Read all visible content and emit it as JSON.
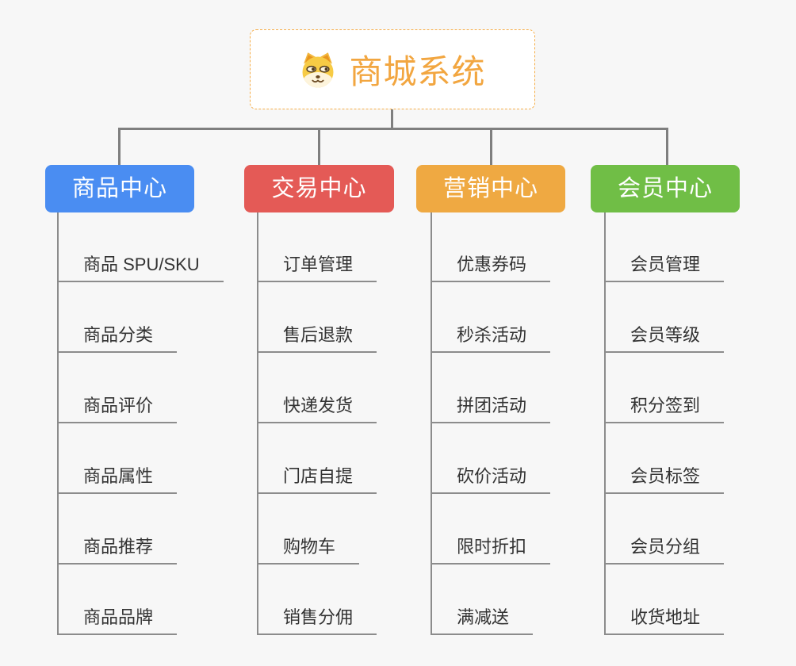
{
  "root": {
    "title": "商城系统",
    "icon": "doge-icon",
    "border_color": "#f5ae4a",
    "title_color": "#f2a640"
  },
  "branches": [
    {
      "label": "商品中心",
      "color": "#4a8df2",
      "children": [
        "商品 SPU/SKU",
        "商品分类",
        "商品评价",
        "商品属性",
        "商品推荐",
        "商品品牌"
      ]
    },
    {
      "label": "交易中心",
      "color": "#e45a56",
      "children": [
        "订单管理",
        "售后退款",
        "快递发货",
        "门店自提",
        "购物车",
        "销售分佣"
      ]
    },
    {
      "label": "营销中心",
      "color": "#efa942",
      "children": [
        "优惠券码",
        "秒杀活动",
        "拼团活动",
        "砍价活动",
        "限时折扣",
        "满减送"
      ]
    },
    {
      "label": "会员中心",
      "color": "#70be46",
      "children": [
        "会员管理",
        "会员等级",
        "积分签到",
        "会员标签",
        "会员分组",
        "收货地址"
      ]
    }
  ],
  "connector_color": "#7f7f7f",
  "background_color": "#f7f7f7"
}
